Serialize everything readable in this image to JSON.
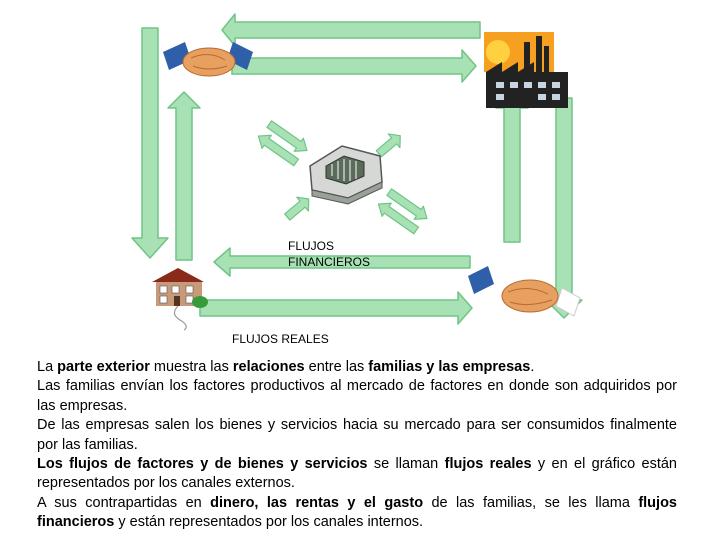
{
  "labels": {
    "financial_flows": "FLUJOS FINANCIEROS",
    "real_flows": "FLUJOS REALES"
  },
  "icons": {
    "top_left": "handshake-icon",
    "top_right": "factory-icon",
    "center": "government-building-icon",
    "bottom_left": "house-icon",
    "bottom_right": "handshake-icon"
  },
  "colors": {
    "arrow_fill": "#a8e2b4",
    "arrow_stroke": "#6fc485",
    "text": "#000000"
  },
  "explanation": {
    "p1": {
      "s1": "La ",
      "b1": "parte exterior",
      "s2": " muestra las ",
      "b2": "relaciones",
      "s3": " entre las ",
      "b3": "familias y las empresas",
      "s4": "."
    },
    "p2": "Las familias envían los factores productivos al mercado de factores en donde son adquiridos por las empresas.",
    "p3": "De las empresas salen los bienes y servicios hacia su mercado para ser consumidos finalmente por las familias.",
    "p4": {
      "b1": "Los flujos de factores y de bienes y servicios",
      "s1": " se llaman ",
      "b2": "flujos reales",
      "s2": " y en el gráfico están representados por los canales externos."
    },
    "p5": {
      "s1": "A sus contrapartidas en ",
      "b1": "dinero, las rentas y el gasto",
      "s2": " de las familias, se les llama ",
      "b2": "flujos financieros",
      "s3": " y están representados por los canales internos."
    }
  }
}
